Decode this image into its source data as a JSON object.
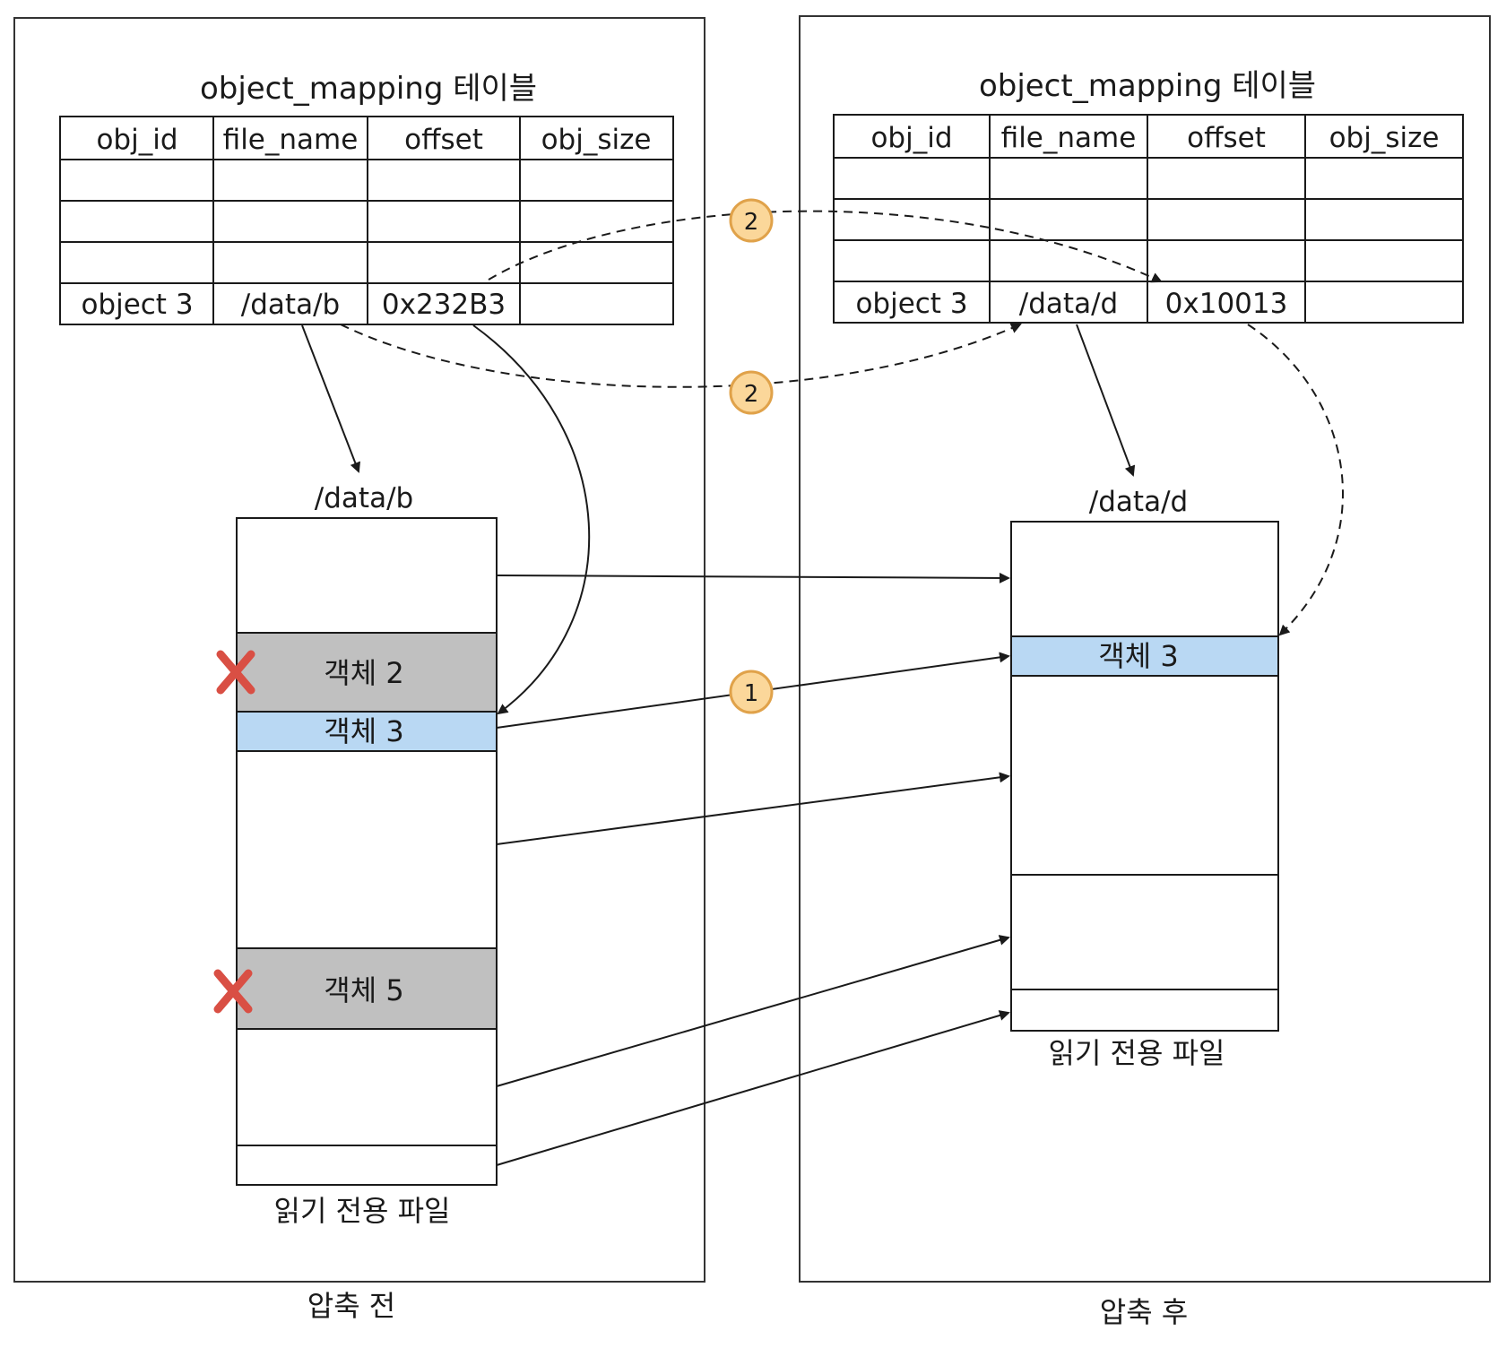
{
  "before": {
    "table": {
      "title": "object_mapping 테이블",
      "headers": [
        "obj_id",
        "file_name",
        "offset",
        "obj_size"
      ],
      "row": [
        "object 3",
        "/data/b",
        "0x232B3",
        ""
      ]
    },
    "file_path": "/data/b",
    "blocks": [
      {
        "label": "",
        "status": "kept"
      },
      {
        "label": "객체 2",
        "status": "deleted"
      },
      {
        "label": "객체 3",
        "status": "moved"
      },
      {
        "label": "",
        "status": "kept"
      },
      {
        "label": "객체 5",
        "status": "deleted"
      },
      {
        "label": "",
        "status": "kept"
      },
      {
        "label": "",
        "status": "kept"
      }
    ],
    "file_caption": "읽기 전용 파일",
    "panel_caption": "압축 전"
  },
  "after": {
    "table": {
      "title": "object_mapping 테이블",
      "headers": [
        "obj_id",
        "file_name",
        "offset",
        "obj_size"
      ],
      "row": [
        "object 3",
        "/data/d",
        "0x10013",
        ""
      ]
    },
    "file_path": "/data/d",
    "blocks": [
      {
        "label": "",
        "status": "kept"
      },
      {
        "label": "객체 3",
        "status": "moved"
      },
      {
        "label": "",
        "status": "kept"
      },
      {
        "label": "",
        "status": "kept"
      },
      {
        "label": "",
        "status": "kept"
      }
    ],
    "file_caption": "읽기 전용 파일",
    "panel_caption": "압축 후"
  },
  "badges": {
    "step1": "1",
    "step2_top": "2",
    "step2_bottom": "2"
  },
  "colors": {
    "deleted_fill": "#c0c0c0",
    "moved_fill": "#b9d8f3",
    "badge_fill": "#fbd79a",
    "badge_stroke": "#e0a24a",
    "cross": "#d94f44"
  }
}
